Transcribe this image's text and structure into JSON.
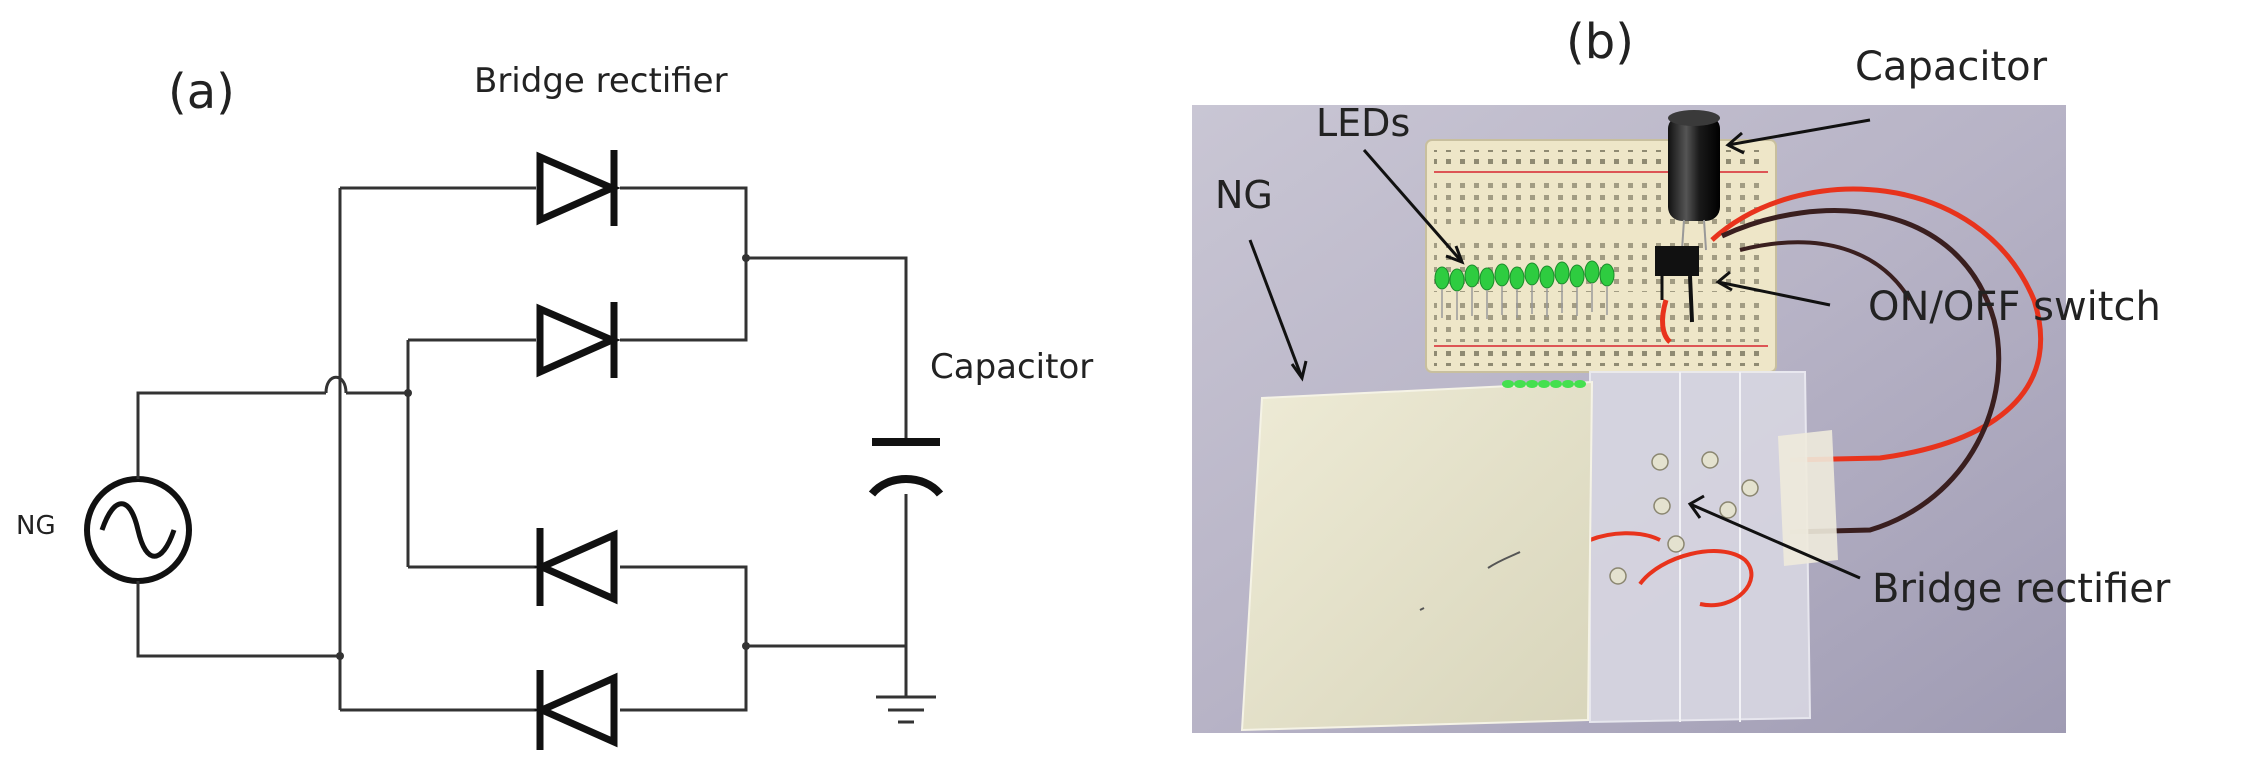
{
  "panel_a": {
    "label": "(a)",
    "title": "Bridge rectifier",
    "source_label": "NG",
    "capacitor_label": "Capacitor"
  },
  "panel_b": {
    "label": "(b)",
    "callouts": {
      "capacitor": "Capacitor",
      "leds": "LEDs",
      "ng": "NG",
      "switch": "ON/OFF switch",
      "rectifier": "Bridge rectifier"
    }
  },
  "colors": {
    "wire": "#333333",
    "led": "#2ecc40",
    "red_wire": "#e8331c",
    "dark_wire": "#3a1f1f",
    "breadboard": "#eee6c8",
    "film": "#e6e3c8"
  }
}
